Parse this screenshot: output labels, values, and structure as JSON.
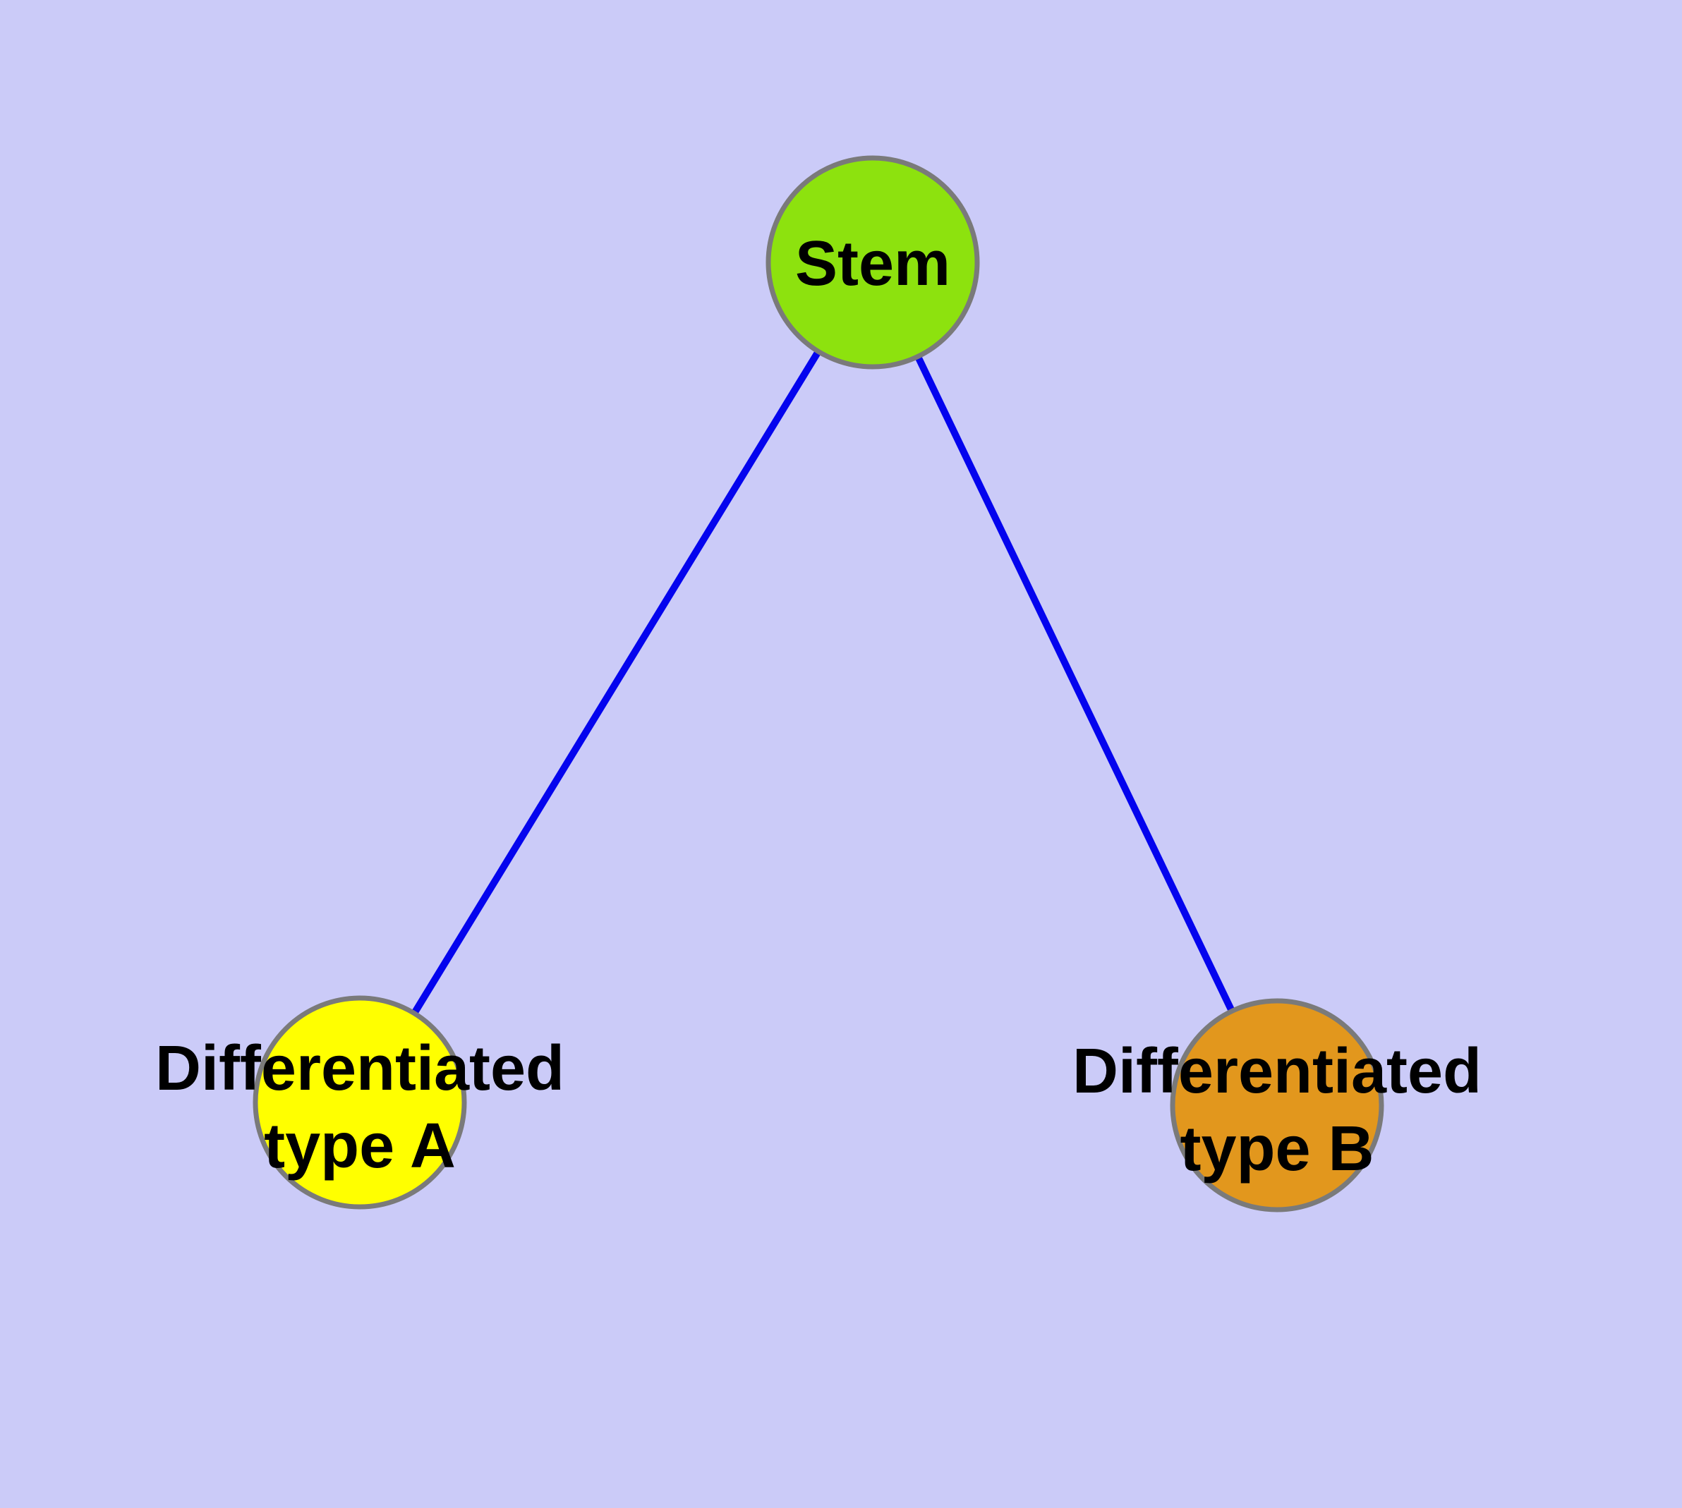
{
  "diagram": {
    "type": "graph",
    "description": "Stem cell differentiation tree: one stem node linked to two differentiated cell-type nodes",
    "background_color": "#cbcbf8",
    "edge_color": "#0404ee",
    "node_border_color": "#7a7a7a",
    "label_color": "#000000",
    "nodes": {
      "stem": {
        "label": "Stem",
        "color": "#8de20e"
      },
      "type_a": {
        "label_line1": "Differentiated",
        "label_line2": "type A",
        "label_full": "Differentiated type A",
        "color": "#ffff00"
      },
      "type_b": {
        "label_line1": "Differentiated",
        "label_line2": "type B",
        "label_full": "Differentiated type B",
        "color": "#e2971d"
      }
    },
    "edges": [
      {
        "from": "Stem",
        "to": "Differentiated type A"
      },
      {
        "from": "Stem",
        "to": "Differentiated type B"
      }
    ]
  }
}
